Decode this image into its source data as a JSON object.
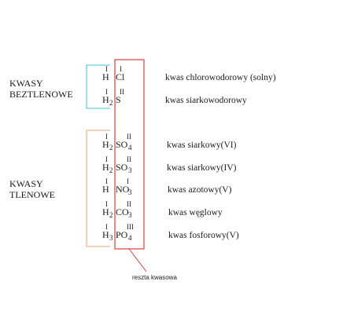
{
  "groups": {
    "oxygen_free": {
      "label_lines": [
        "KWASY",
        "BEZTLENOWE"
      ],
      "bracket_color": "#3fc3d3"
    },
    "oxygen": {
      "label_lines": [
        "KWASY",
        "TLENOWE"
      ],
      "bracket_color": "#f2a07a"
    }
  },
  "acids": [
    {
      "h_valence": "I",
      "h_symbol": "H",
      "h_count": "",
      "res_valence": "I",
      "res_symbol": "Cl",
      "res_sub": "",
      "name": "kwas chlorowodorowy (solny)"
    },
    {
      "h_valence": "I",
      "h_symbol": "H",
      "h_count": "2",
      "res_valence": "II",
      "res_symbol": "S",
      "res_sub": "",
      "name": "kwas siarkowodorowy"
    },
    {
      "h_valence": "I",
      "h_symbol": "H",
      "h_count": "2",
      "res_valence": "II",
      "res_symbol": "SO",
      "res_sub": "4",
      "name": "kwas siarkowy(VI)"
    },
    {
      "h_valence": "I",
      "h_symbol": "H",
      "h_count": "2",
      "res_valence": "II",
      "res_symbol": "SO",
      "res_sub": "3",
      "name": "kwas siarkowy(IV)"
    },
    {
      "h_valence": "I",
      "h_symbol": "H",
      "h_count": "",
      "res_valence": "I",
      "res_symbol": "NO",
      "res_sub": "3",
      "name": "kwas azotowy(V)"
    },
    {
      "h_valence": "I",
      "h_symbol": "H",
      "h_count": "2",
      "res_valence": "II",
      "res_symbol": "CO",
      "res_sub": "3",
      "name": "kwas węglowy"
    },
    {
      "h_valence": "I",
      "h_symbol": "H",
      "h_count": "3",
      "res_valence": "III",
      "res_symbol": "PO",
      "res_sub": "4",
      "name": "kwas fosforowy(V)"
    }
  ],
  "residue_box": {
    "caption": "reszta kwasowa",
    "color": "#e03c3c"
  }
}
